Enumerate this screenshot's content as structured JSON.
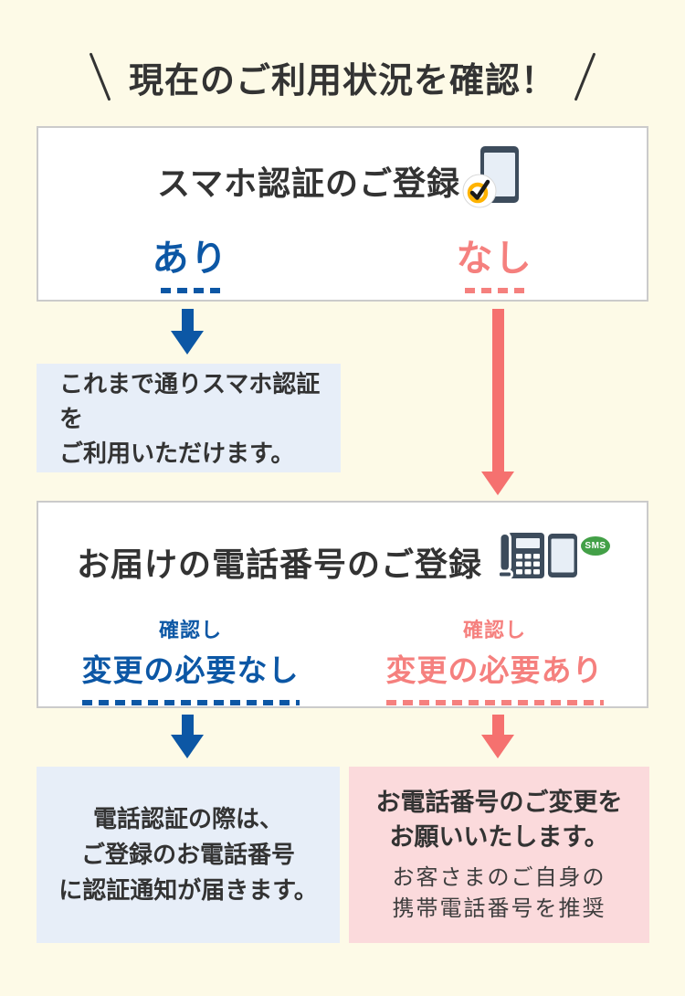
{
  "title": "現在のご利用状況を確認！",
  "box1": {
    "heading": "スマホ認証のご登録",
    "option_yes": "あり",
    "option_no": "なし"
  },
  "result_keep_auth": {
    "line1": "これまで通りスマホ認証を",
    "line2": "ご利用いただけます。"
  },
  "box2": {
    "heading": "お届けの電話番号のご登録",
    "sms_label": "SMS",
    "option_no_change": {
      "top": "確認し",
      "main": "変更の必要なし"
    },
    "option_change": {
      "top": "確認し",
      "main": "変更の必要あり"
    }
  },
  "result_phone_auth": {
    "line1": "電話認証の際は、",
    "line2": "ご登録のお電話番号",
    "line3": "に認証通知が届きます。"
  },
  "result_change_phone": {
    "bold1": "お電話番号のご変更を",
    "bold2": "お願いいたします。",
    "sub1": "お客さまのご自身の",
    "sub2": "携帯電話番号を推奨"
  },
  "colors": {
    "background": "#FDFAE7",
    "accent_blue": "#0C57A5",
    "accent_pink": "#F5807E",
    "arrow_pink": "#F5716F",
    "panel_blue": "#E7EEF8",
    "panel_pink": "#FBDADC",
    "icon_slate": "#3D4C5C",
    "sms_green": "#43A047",
    "check_yellow": "#FFB300",
    "text_dark": "#333333",
    "box_border": "#CBCBCB"
  }
}
